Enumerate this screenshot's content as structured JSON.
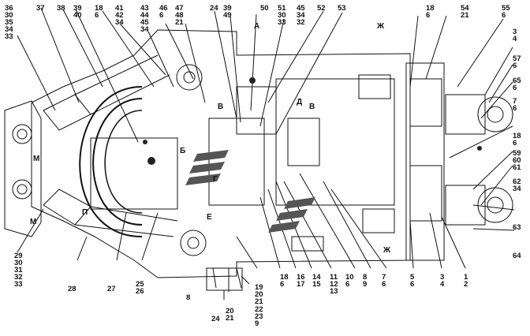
{
  "diagram": {
    "callouts": [
      {
        "id": "c01",
        "text": "36\n30\n35\n34\n33"
      },
      {
        "id": "c02",
        "text": "37"
      },
      {
        "id": "c03",
        "text": "38"
      },
      {
        "id": "c04",
        "text": "39\n40"
      },
      {
        "id": "c05",
        "text": "18\n6"
      },
      {
        "id": "c06",
        "text": "41\n42\n34"
      },
      {
        "id": "c07",
        "text": "43\n44\n45\n34"
      },
      {
        "id": "c08",
        "text": "46\n6"
      },
      {
        "id": "c09",
        "text": "47\n48\n21"
      },
      {
        "id": "c10",
        "text": "24"
      },
      {
        "id": "c11",
        "text": "39\n49"
      },
      {
        "id": "c12",
        "text": "50"
      },
      {
        "id": "c13",
        "text": "51\n30\n33"
      },
      {
        "id": "c14",
        "text": "45\n34\n32"
      },
      {
        "id": "c15",
        "text": "52"
      },
      {
        "id": "c16",
        "text": "53"
      },
      {
        "id": "c17",
        "text": "18\n6"
      },
      {
        "id": "c18",
        "text": "54\n21"
      },
      {
        "id": "c19",
        "text": "55\n6"
      },
      {
        "id": "c20",
        "text": "3\n4"
      },
      {
        "id": "c21",
        "text": "57\n6"
      },
      {
        "id": "c22",
        "text": "65\n6"
      },
      {
        "id": "c23",
        "text": "7\n6"
      },
      {
        "id": "c24",
        "text": "18\n6"
      },
      {
        "id": "c25",
        "text": "59\n60\n61"
      },
      {
        "id": "c26",
        "text": "62\n34"
      },
      {
        "id": "c27",
        "text": "63"
      },
      {
        "id": "c28",
        "text": "64"
      },
      {
        "id": "c29",
        "text": "29\n30\n31\n32\n33"
      },
      {
        "id": "c30",
        "text": "28"
      },
      {
        "id": "c31",
        "text": "27"
      },
      {
        "id": "c32",
        "text": "25\n26"
      },
      {
        "id": "c33",
        "text": "8"
      },
      {
        "id": "c34",
        "text": "24"
      },
      {
        "id": "c35",
        "text": "20\n21"
      },
      {
        "id": "c36",
        "text": "22\n23\n9"
      },
      {
        "id": "c37",
        "text": "19\n20\n21"
      },
      {
        "id": "c38",
        "text": "18\n6"
      },
      {
        "id": "c39",
        "text": "16\n17"
      },
      {
        "id": "c40",
        "text": "14\n15"
      },
      {
        "id": "c41",
        "text": "11\n12\n13"
      },
      {
        "id": "c42",
        "text": "10\n6"
      },
      {
        "id": "c43",
        "text": "8\n9"
      },
      {
        "id": "c44",
        "text": "7\n6"
      },
      {
        "id": "c45",
        "text": "5\n6"
      },
      {
        "id": "c46",
        "text": "3\n4"
      },
      {
        "id": "c47",
        "text": "1\n2"
      }
    ],
    "section_labels": [
      {
        "id": "s01",
        "text": "А"
      },
      {
        "id": "s02",
        "text": "Ж"
      },
      {
        "id": "s03",
        "text": "В"
      },
      {
        "id": "s04",
        "text": "Д"
      },
      {
        "id": "s05",
        "text": "В"
      },
      {
        "id": "s06",
        "text": "Б"
      },
      {
        "id": "s07",
        "text": "Г"
      },
      {
        "id": "s08",
        "text": "М"
      },
      {
        "id": "s09",
        "text": "М"
      },
      {
        "id": "s10",
        "text": "П"
      },
      {
        "id": "s11",
        "text": "Е"
      },
      {
        "id": "s12",
        "text": "Ж"
      }
    ]
  }
}
